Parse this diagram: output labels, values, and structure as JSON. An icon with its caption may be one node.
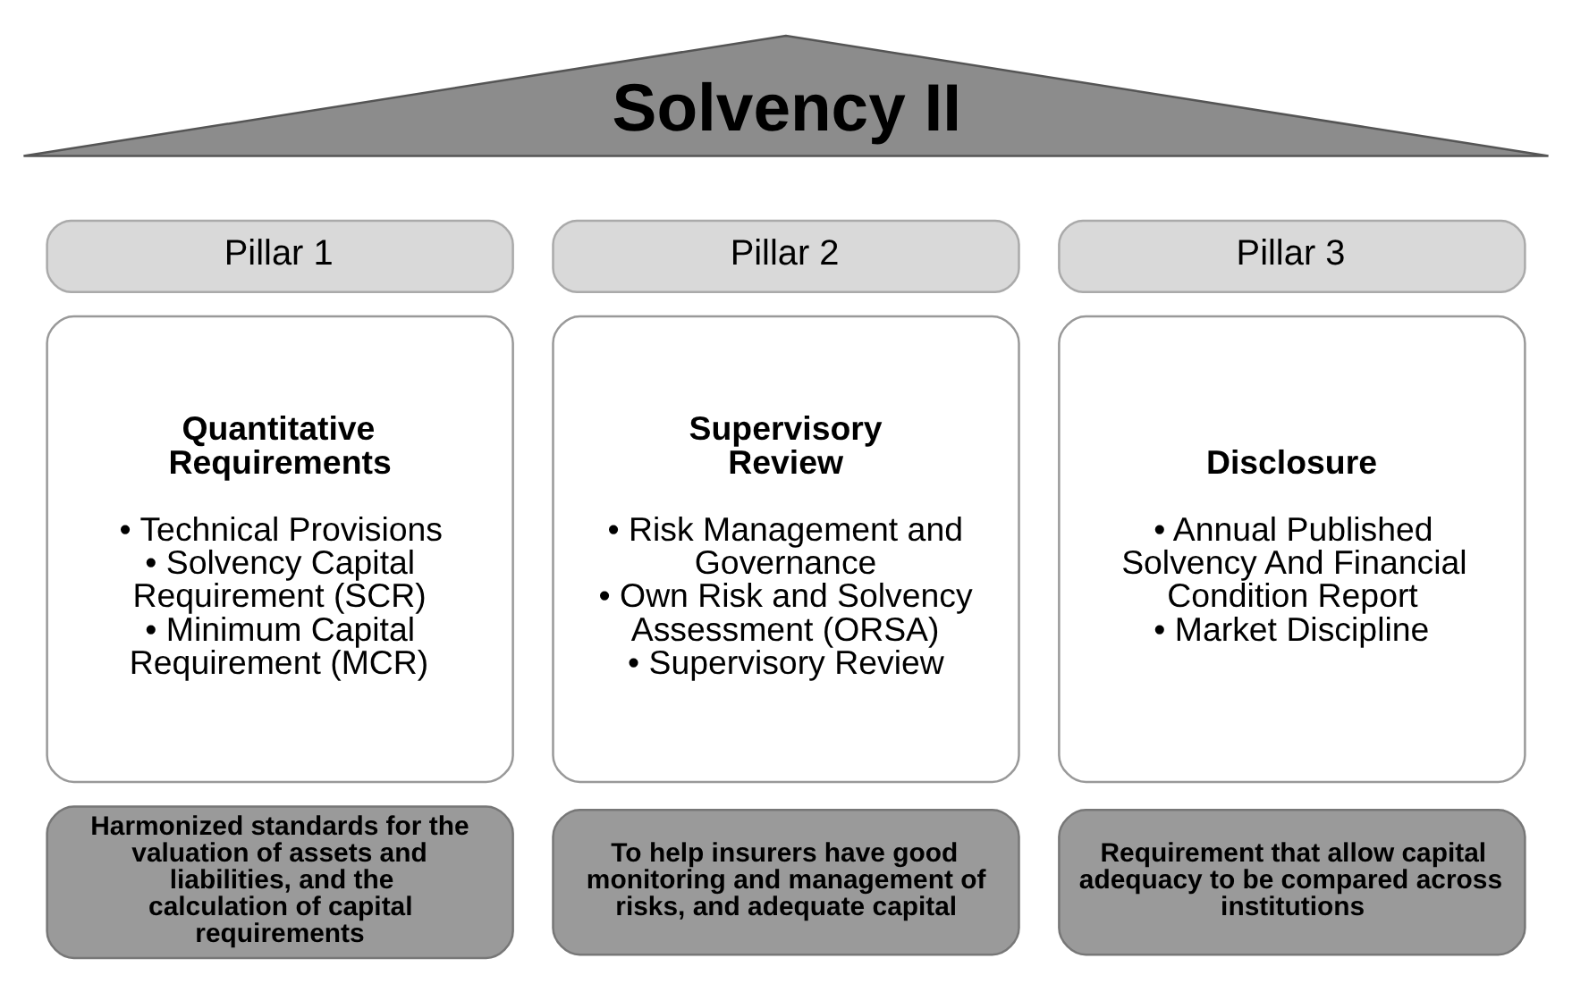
{
  "diagram": {
    "nodes": [
      {
        "text": [
          "Solvency II"
        ]
      },
      {
        "text": [
          "Pillar 1"
        ]
      },
      {
        "text": [
          "Pillar 2"
        ]
      },
      {
        "text": [
          "Pillar 3"
        ]
      },
      {
        "text": [
          "Quantitative Requirements",
          "• Technical Provisions",
          "• Solvency Capital Requirement (SCR)",
          "• Minimum Capital Requirement (MCR)"
        ]
      },
      {
        "text": [
          "Supervisory Review",
          "• Risk Management and Governance",
          "• Own Risk and Solvency Assessment (ORSA)",
          "• Supervisory Review"
        ]
      },
      {
        "text": [
          "Disclosure",
          "• Annual Published Solvency And Financial Condition Report",
          "• Market Discipline"
        ]
      },
      {
        "text": [
          "Harmonized standards for the valuation of assets and liabilities, and the calculation of capital requirements"
        ]
      },
      {
        "text": [
          "To help insurers have good monitoring and management of risks, and adequate capital"
        ]
      },
      {
        "text": [
          "Requirement that allow capital adequacy to be compared across institutions"
        ]
      }
    ],
    "edges": []
  }
}
